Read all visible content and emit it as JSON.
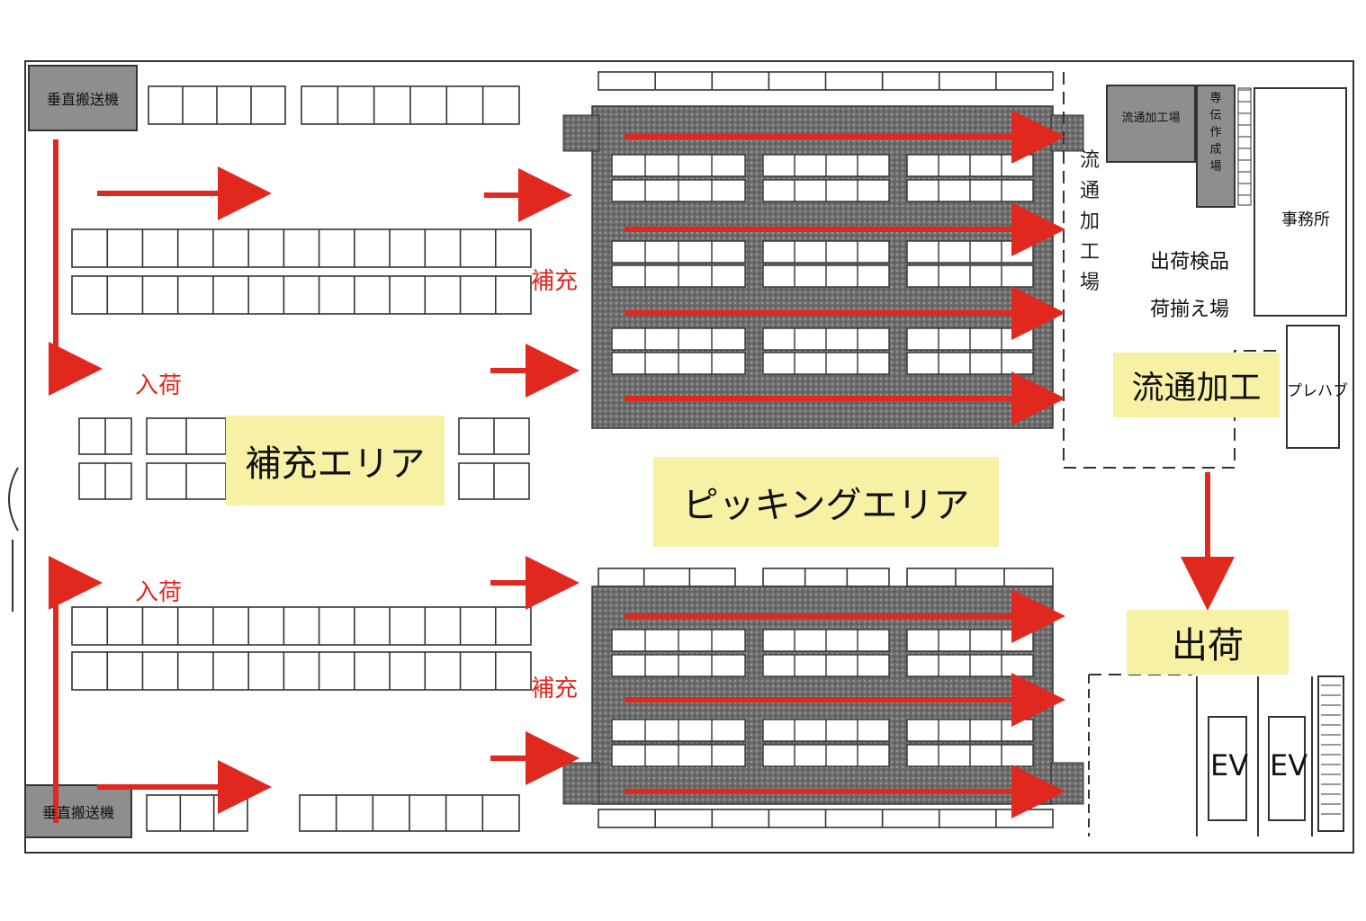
{
  "labels": {
    "vertical_conveyor_top": "垂直搬送機",
    "vertical_conveyor_bottom": "垂直搬送機",
    "replenish_area": "補充エリア",
    "picking_area": "ピッキングエリア",
    "distribution_processing": "流通加工",
    "shipping": "出荷",
    "inbound_top": "入荷",
    "inbound_bottom": "入荷",
    "replenish_top": "補充",
    "replenish_bottom": "補充",
    "processing_site_vertical": "流通加工場",
    "processing_site_box": "流通加工場",
    "slip_creation": "専伝作成場",
    "office": "事務所",
    "inspection_line1": "出荷検品",
    "inspection_line2": "荷揃え場",
    "prefab": "プレハブ",
    "ev1": "EV",
    "ev2": "EV"
  },
  "colors": {
    "arrow": "#e0281e",
    "highlight": "#f7f1a6",
    "equipment": "#8e8e8e",
    "rack_fill": "#7a7a7a",
    "line": "#333333"
  }
}
